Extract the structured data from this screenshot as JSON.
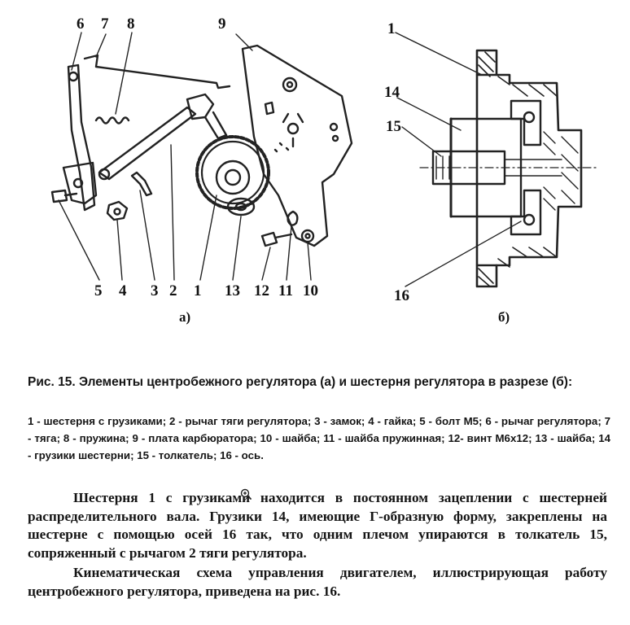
{
  "figure": {
    "panel_a_label": "а)",
    "panel_b_label": "б)",
    "callouts_a": [
      "6",
      "7",
      "8",
      "9",
      "5",
      "4",
      "3",
      "2",
      "1",
      "13",
      "12",
      "11",
      "10"
    ],
    "callouts_b": [
      "1",
      "14",
      "15",
      "16"
    ]
  },
  "caption": {
    "title": "Рис. 15. Элементы центробежного регулятора (а) и шестерня регулятора в разрезе (б):",
    "legend": "1 - шестерня с грузиками; 2 - рычаг тяги регулятора; 3 - замок; 4 - гайка; 5 - болт М5; 6 - рычаг регулятора; 7 - тяга; 8 - пружина; 9 - плата карбюратора; 10 - шайба; 11 - шайба пружинная; 12- винт М6х12; 13 - шайба; 14 - грузики шестерни; 15 - толкатель; 16 - ось."
  },
  "body": {
    "paragraph_1": "Шестерня 1 с грузиками находится в постоянном зацеплении с шестерней распределительного вала. Грузики 14, имеющие Г-образную форму, закреплены на шестерне с помощью осей 16 так, что одним плечом упираются в толкатель 15, сопряженный с рычагом 2 тяги регулятора.",
    "paragraph_2": "Кинематическая схема управления двигателем, иллюстрирующая работу центробежного регулятора, приведена на рис. 16."
  },
  "icons": {
    "zoom": "zoom-in-icon"
  }
}
